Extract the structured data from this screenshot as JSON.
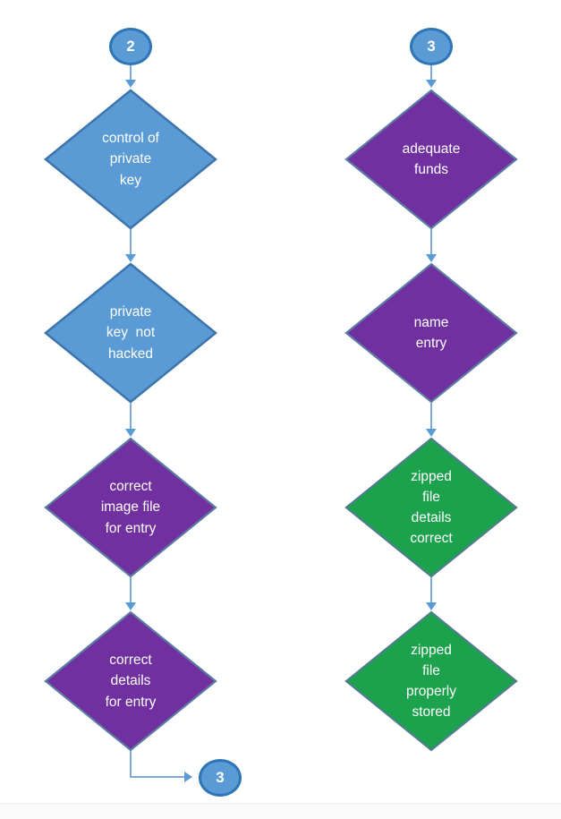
{
  "flow": {
    "left": {
      "start": {
        "label": "2"
      },
      "nodes": [
        {
          "label": "control of\nprivate\nkey",
          "color": "blue"
        },
        {
          "label": "private\nkey  not\nhacked",
          "color": "blue"
        },
        {
          "label": "correct\nimage file\nfor entry",
          "color": "purple"
        },
        {
          "label": "correct\ndetails\nfor entry",
          "color": "purple"
        }
      ],
      "end": {
        "label": "3"
      }
    },
    "right": {
      "start": {
        "label": "3"
      },
      "nodes": [
        {
          "label": "adequate\nfunds",
          "color": "purple"
        },
        {
          "label": "name\nentry",
          "color": "purple"
        },
        {
          "label": "zipped\nfile\ndetails\ncorrect",
          "color": "green"
        },
        {
          "label": "zipped\nfile\nproperly\nstored",
          "color": "green"
        }
      ]
    }
  },
  "colors": {
    "blue_fill": "#5b9bd5",
    "blue_stroke": "#3c74ac",
    "purple_fill": "#7030a0",
    "purple_stroke": "#5b7ba3",
    "green_fill": "#1ca24c",
    "green_stroke": "#4f7d8e",
    "connector_line": "#7fa8d9",
    "arrowhead": "#5b9bd5",
    "node_text": "#ffffff"
  }
}
